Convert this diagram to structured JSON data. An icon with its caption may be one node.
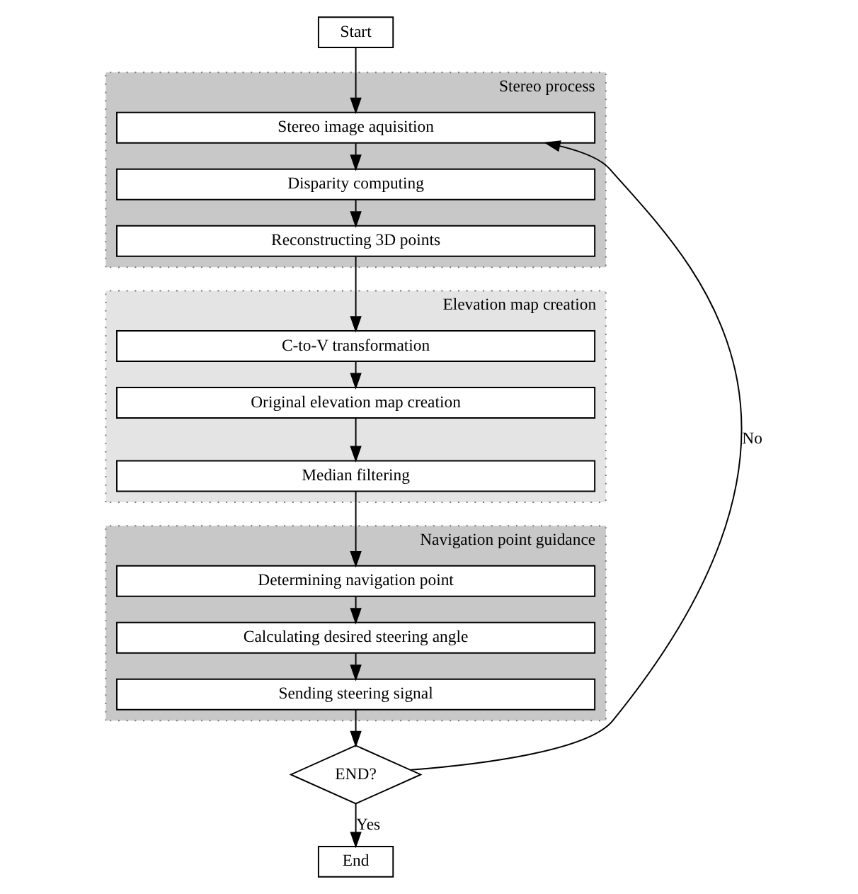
{
  "diagram": {
    "nodes": [
      {
        "text": [
          "Start"
        ]
      },
      {
        "text": [
          "Stereo process"
        ]
      },
      {
        "text": [
          "Stereo image aquisition"
        ],
        "in": 1
      },
      {
        "text": [
          "Disparity computing"
        ],
        "in": 1
      },
      {
        "text": [
          "Reconstructing 3D points"
        ],
        "in": 1
      },
      {
        "text": [
          "Elevation map creation"
        ]
      },
      {
        "text": [
          "C-to-V transformation"
        ],
        "in": 5
      },
      {
        "text": [
          "Original elevation map creation"
        ],
        "in": 5
      },
      {
        "text": [
          "Median filtering"
        ],
        "in": 5
      },
      {
        "text": [
          "Navigation point guidance"
        ]
      },
      {
        "text": [
          "Determining navigation point"
        ],
        "in": 9
      },
      {
        "text": [
          "Calculating desired steering angle"
        ],
        "in": 9
      },
      {
        "text": [
          "Sending steering signal"
        ],
        "in": 9
      },
      {
        "text": [
          "END?"
        ]
      },
      {
        "text": [
          "End"
        ]
      }
    ],
    "edges": [
      {
        "from": 0,
        "to": 2,
        "arrow": "to"
      },
      {
        "from": 2,
        "to": 3,
        "arrow": "to"
      },
      {
        "from": 3,
        "to": 4,
        "arrow": "to"
      },
      {
        "from": 4,
        "to": 6,
        "arrow": "to"
      },
      {
        "from": 6,
        "to": 7,
        "arrow": "to"
      },
      {
        "from": 7,
        "to": 8,
        "arrow": "to"
      },
      {
        "from": 8,
        "to": 10,
        "arrow": "to"
      },
      {
        "from": 10,
        "to": 11,
        "arrow": "to"
      },
      {
        "from": 11,
        "to": 12,
        "arrow": "to"
      },
      {
        "from": 12,
        "to": 13,
        "arrow": "to"
      },
      {
        "from": 13,
        "to": 2,
        "arrow": "to",
        "label": "No"
      },
      {
        "from": 13,
        "to": 14,
        "arrow": "to",
        "label": "Yes"
      }
    ]
  }
}
